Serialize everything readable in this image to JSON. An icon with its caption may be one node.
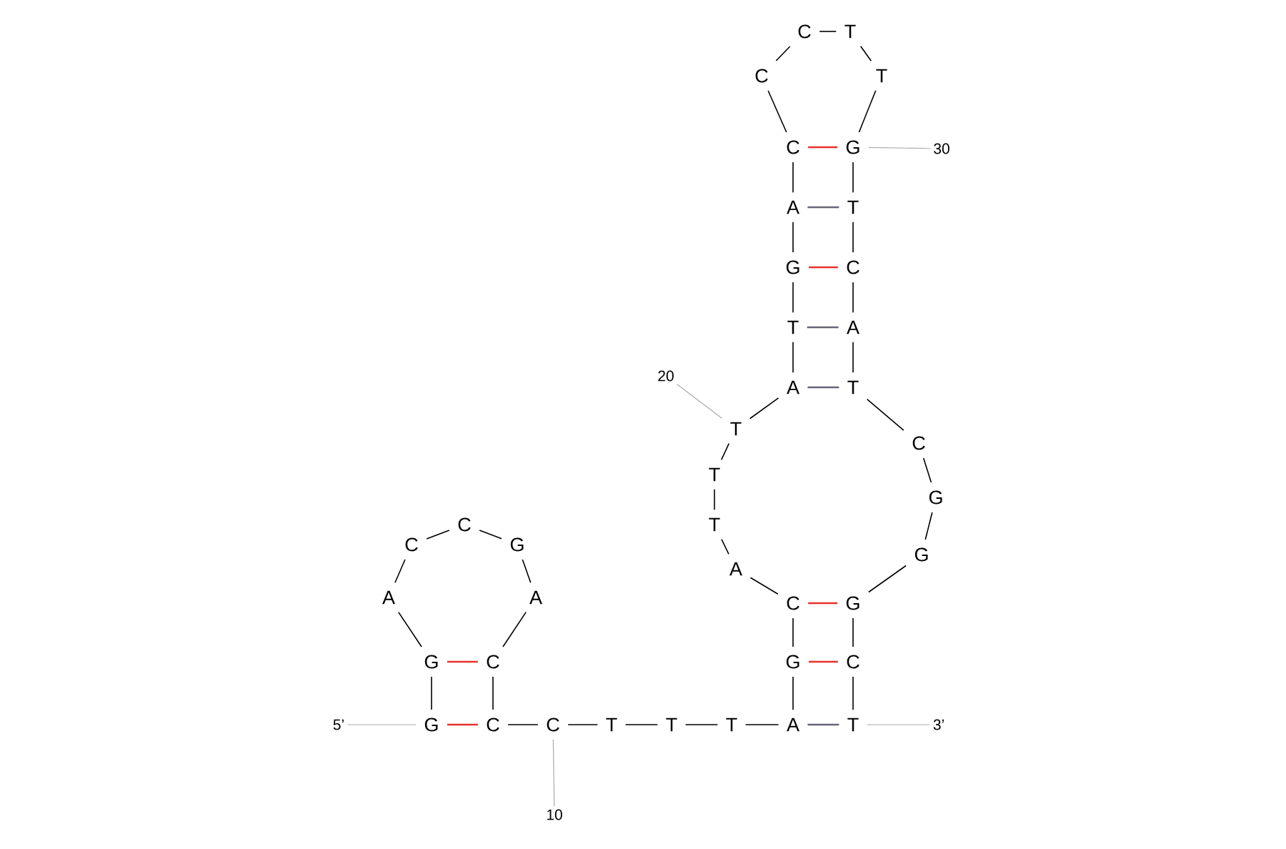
{
  "diagram": {
    "nodes": [
      {
        "text": [
          "G"
        ]
      },
      {
        "text": [
          "G"
        ]
      },
      {
        "text": [
          "A"
        ]
      },
      {
        "text": [
          "C"
        ]
      },
      {
        "text": [
          "C"
        ]
      },
      {
        "text": [
          "G"
        ]
      },
      {
        "text": [
          "A"
        ]
      },
      {
        "text": [
          "C"
        ]
      },
      {
        "text": [
          "C"
        ]
      },
      {
        "text": [
          "C"
        ]
      },
      {
        "text": [
          "T"
        ]
      },
      {
        "text": [
          "T"
        ]
      },
      {
        "text": [
          "T"
        ]
      },
      {
        "text": [
          "A"
        ]
      },
      {
        "text": [
          "G"
        ]
      },
      {
        "text": [
          "C"
        ]
      },
      {
        "text": [
          "A"
        ]
      },
      {
        "text": [
          "T"
        ]
      },
      {
        "text": [
          "T"
        ]
      },
      {
        "text": [
          "T"
        ]
      },
      {
        "text": [
          "A"
        ]
      },
      {
        "text": [
          "T"
        ]
      },
      {
        "text": [
          "G"
        ]
      },
      {
        "text": [
          "A"
        ]
      },
      {
        "text": [
          "C"
        ]
      },
      {
        "text": [
          "C"
        ]
      },
      {
        "text": [
          "C"
        ]
      },
      {
        "text": [
          "T"
        ]
      },
      {
        "text": [
          "T"
        ]
      },
      {
        "text": [
          "G"
        ]
      },
      {
        "text": [
          "T"
        ]
      },
      {
        "text": [
          "C"
        ]
      },
      {
        "text": [
          "A"
        ]
      },
      {
        "text": [
          "T"
        ]
      },
      {
        "text": [
          "C"
        ]
      },
      {
        "text": [
          "G"
        ]
      },
      {
        "text": [
          "G"
        ]
      },
      {
        "text": [
          "G"
        ]
      },
      {
        "text": [
          "C"
        ]
      },
      {
        "text": [
          "T"
        ]
      },
      {
        "text": [
          "5’"
        ]
      },
      {
        "text": [
          "3’"
        ]
      },
      {
        "text": [
          "10"
        ]
      },
      {
        "text": [
          "20"
        ]
      },
      {
        "text": [
          "30"
        ]
      }
    ],
    "edges": [
      {
        "from": 0,
        "to": 1,
        "arrow": "none"
      },
      {
        "from": 1,
        "to": 2,
        "arrow": "none"
      },
      {
        "from": 2,
        "to": 3,
        "arrow": "none"
      },
      {
        "from": 3,
        "to": 4,
        "arrow": "none"
      },
      {
        "from": 4,
        "to": 5,
        "arrow": "none"
      },
      {
        "from": 5,
        "to": 6,
        "arrow": "none"
      },
      {
        "from": 6,
        "to": 7,
        "arrow": "none"
      },
      {
        "from": 7,
        "to": 8,
        "arrow": "none"
      },
      {
        "from": 8,
        "to": 9,
        "arrow": "none"
      },
      {
        "from": 9,
        "to": 10,
        "arrow": "none"
      },
      {
        "from": 10,
        "to": 11,
        "arrow": "none"
      },
      {
        "from": 11,
        "to": 12,
        "arrow": "none"
      },
      {
        "from": 12,
        "to": 13,
        "arrow": "none"
      },
      {
        "from": 13,
        "to": 14,
        "arrow": "none"
      },
      {
        "from": 14,
        "to": 15,
        "arrow": "none"
      },
      {
        "from": 15,
        "to": 16,
        "arrow": "none"
      },
      {
        "from": 16,
        "to": 17,
        "arrow": "none"
      },
      {
        "from": 17,
        "to": 18,
        "arrow": "none"
      },
      {
        "from": 18,
        "to": 19,
        "arrow": "none"
      },
      {
        "from": 19,
        "to": 20,
        "arrow": "none"
      },
      {
        "from": 20,
        "to": 21,
        "arrow": "none"
      },
      {
        "from": 21,
        "to": 22,
        "arrow": "none"
      },
      {
        "from": 22,
        "to": 23,
        "arrow": "none"
      },
      {
        "from": 23,
        "to": 24,
        "arrow": "none"
      },
      {
        "from": 24,
        "to": 25,
        "arrow": "none"
      },
      {
        "from": 25,
        "to": 26,
        "arrow": "none"
      },
      {
        "from": 26,
        "to": 27,
        "arrow": "none"
      },
      {
        "from": 27,
        "to": 28,
        "arrow": "none"
      },
      {
        "from": 28,
        "to": 29,
        "arrow": "none"
      },
      {
        "from": 29,
        "to": 30,
        "arrow": "none"
      },
      {
        "from": 30,
        "to": 31,
        "arrow": "none"
      },
      {
        "from": 31,
        "to": 32,
        "arrow": "none"
      },
      {
        "from": 32,
        "to": 33,
        "arrow": "none"
      },
      {
        "from": 33,
        "to": 34,
        "arrow": "none"
      },
      {
        "from": 34,
        "to": 35,
        "arrow": "none"
      },
      {
        "from": 35,
        "to": 36,
        "arrow": "none"
      },
      {
        "from": 36,
        "to": 37,
        "arrow": "none"
      },
      {
        "from": 37,
        "to": 38,
        "arrow": "none"
      },
      {
        "from": 38,
        "to": 39,
        "arrow": "none"
      },
      {
        "from": 0,
        "to": 8,
        "arrow": "none",
        "color": "#e8322e"
      },
      {
        "from": 1,
        "to": 7,
        "arrow": "none",
        "color": "#e8322e"
      },
      {
        "from": 13,
        "to": 39,
        "arrow": "none",
        "color": "#666677"
      },
      {
        "from": 14,
        "to": 38,
        "arrow": "none",
        "color": "#e8322e"
      },
      {
        "from": 15,
        "to": 37,
        "arrow": "none",
        "color": "#e8322e"
      },
      {
        "from": 20,
        "to": 33,
        "arrow": "none",
        "color": "#666677"
      },
      {
        "from": 21,
        "to": 32,
        "arrow": "none",
        "color": "#666677"
      },
      {
        "from": 22,
        "to": 31,
        "arrow": "none",
        "color": "#e8322e"
      },
      {
        "from": 23,
        "to": 30,
        "arrow": "none",
        "color": "#666677"
      },
      {
        "from": 24,
        "to": 29,
        "arrow": "none",
        "color": "#e8322e"
      },
      {
        "from": 40,
        "to": 0,
        "arrow": "none",
        "color": "#aaaaaa"
      },
      {
        "from": 41,
        "to": 39,
        "arrow": "none",
        "color": "#aaaaaa"
      },
      {
        "from": 42,
        "to": 9,
        "arrow": "none",
        "color": "#aaaaaa"
      },
      {
        "from": 43,
        "to": 19,
        "arrow": "none",
        "color": "#aaaaaa"
      },
      {
        "from": 44,
        "to": 29,
        "arrow": "none",
        "color": "#aaaaaa"
      }
    ]
  }
}
